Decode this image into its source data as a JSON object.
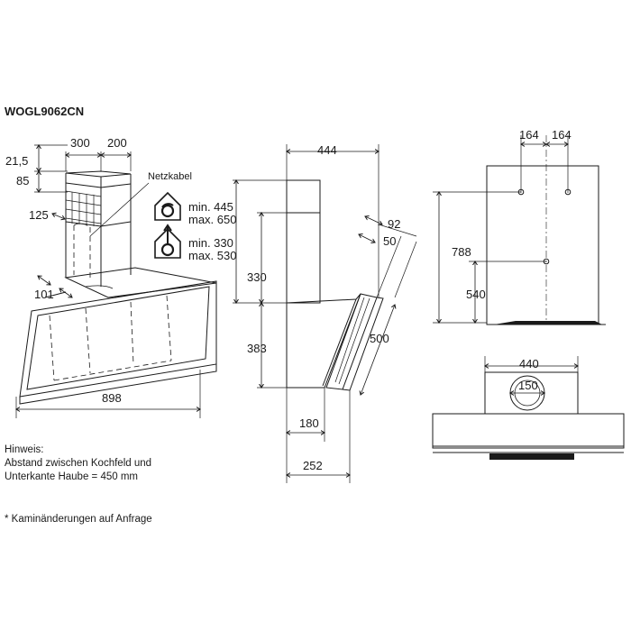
{
  "model": "WOGL9062CN",
  "side_view": {
    "dims": {
      "d300": "300",
      "d200": "200",
      "d21_5": "21,5",
      "d85": "85",
      "d125": "125",
      "d101": "101",
      "d898": "898"
    },
    "netzkabel": "Netzkabel",
    "recirc": {
      "min": "min. 445",
      "max": "max. 650",
      "icon": "recirculation-mode-icon"
    },
    "extract": {
      "min": "min. 330",
      "max": "max. 530",
      "icon": "extraction-mode-icon"
    }
  },
  "profile_view": {
    "dims": {
      "d444": "444",
      "d92": "92",
      "d50": "50",
      "d330": "330",
      "d383": "383",
      "d500": "500",
      "d180": "180",
      "d252": "252"
    }
  },
  "wall_view": {
    "dims": {
      "d164a": "164",
      "d164b": "164",
      "d788": "788",
      "d540": "540"
    }
  },
  "top_view": {
    "dims": {
      "d440": "440",
      "d150": "150"
    }
  },
  "notes": {
    "hinweis_title": "Hinweis:",
    "hinweis_line1": "Abstand zwischen Kochfeld und",
    "hinweis_line2": "Unterkante Haube = 450 mm",
    "footnote": "* Kaminänderungen auf Anfrage"
  }
}
